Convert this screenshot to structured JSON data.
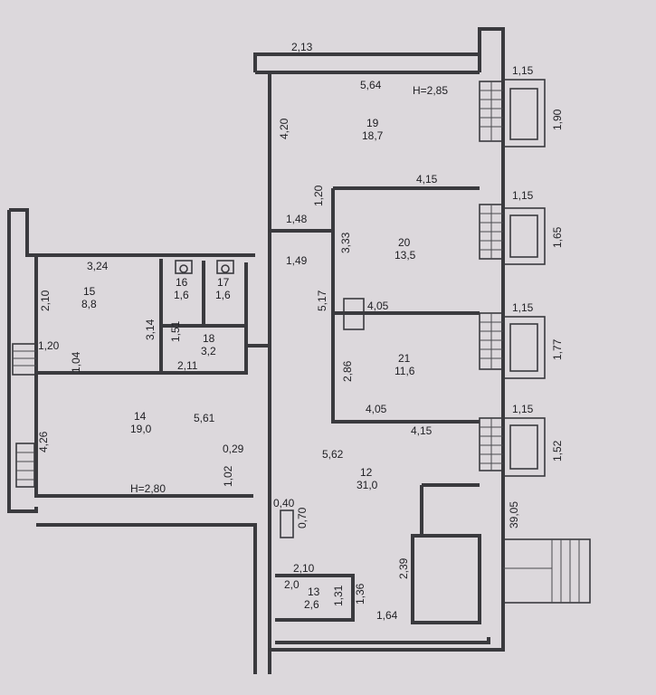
{
  "dims": {
    "top_width": "2,13",
    "r19_width": "5,64",
    "r19_height": "H=2,85",
    "r19_side": "4,20",
    "r20_top": "4,15",
    "r20_side_a": "1,20",
    "corr_top": "1,48",
    "r20_side_b": "3,33",
    "corr_side": "1,49",
    "corr_len": "5,17",
    "r20_bottom": "4,05",
    "r21_side": "2,86",
    "r21_bottom": "4,05",
    "r21_outer": "4,15",
    "r15_top": "3,24",
    "r15_side": "2,10",
    "r15_inner": "3,14",
    "r16_side": "1,51",
    "r18_bottom": "2,11",
    "r14_step": "1,20",
    "r14_side_a": "1,04",
    "r14_side_b": "4,26",
    "r14_width": "5,61",
    "r14_door": "0,29",
    "r14_door_b": "1,02",
    "r14_height": "H=2,80",
    "r12_width": "5,62",
    "r12_niche_a": "0,40",
    "r12_niche_b": "0,70",
    "r13_top": "2,10",
    "r13_side": "2,0",
    "r13_inner": "1,31",
    "r13_side_b": "1,36",
    "r13_bottom": "1,64",
    "porch_side": "2,39",
    "total_length": "39,05",
    "win1_w": "1,15",
    "win1_h": "1,90",
    "win2_w": "1,15",
    "win2_h": "1,65",
    "win3_w": "1,15",
    "win3_h": "1,77",
    "win4_w": "1,15",
    "win4_h": "1,52"
  },
  "rooms": [
    {
      "no": "19",
      "area": "18,7"
    },
    {
      "no": "20",
      "area": "13,5"
    },
    {
      "no": "21",
      "area": "11,6"
    },
    {
      "no": "15",
      "area": "8,8"
    },
    {
      "no": "16",
      "area": "1,6"
    },
    {
      "no": "17",
      "area": "1,6"
    },
    {
      "no": "18",
      "area": "3,2"
    },
    {
      "no": "14",
      "area": "19,0"
    },
    {
      "no": "12",
      "area": "31,0"
    },
    {
      "no": "13",
      "area": "2,6"
    }
  ]
}
